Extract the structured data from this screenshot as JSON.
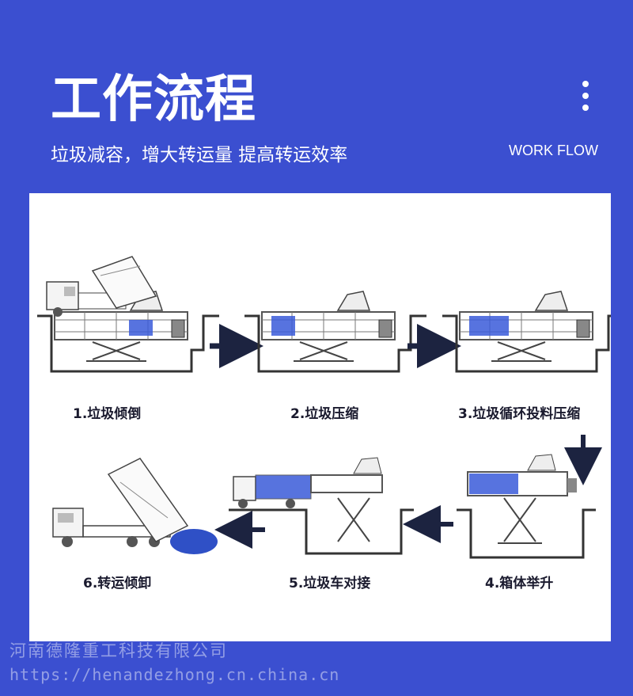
{
  "header": {
    "title": "工作流程",
    "subtitle": "垃圾减容，增大转运量 提高转运效率",
    "english": "WORK FLOW"
  },
  "steps": [
    {
      "label": "1.垃圾倾倒"
    },
    {
      "label": "2.垃圾压缩"
    },
    {
      "label": "3.垃圾循环投料压缩"
    },
    {
      "label": "4.箱体举升"
    },
    {
      "label": "5.垃圾车对接"
    },
    {
      "label": "6.转运倾卸"
    }
  ],
  "watermark": {
    "company": "河南德隆重工科技有限公司",
    "url": "https://henandezhong.cn.china.cn"
  },
  "colors": {
    "background": "#3b4fd0",
    "panel": "#ffffff",
    "accent_blue": "#3a5bd9",
    "arrow": "#1c2340"
  }
}
